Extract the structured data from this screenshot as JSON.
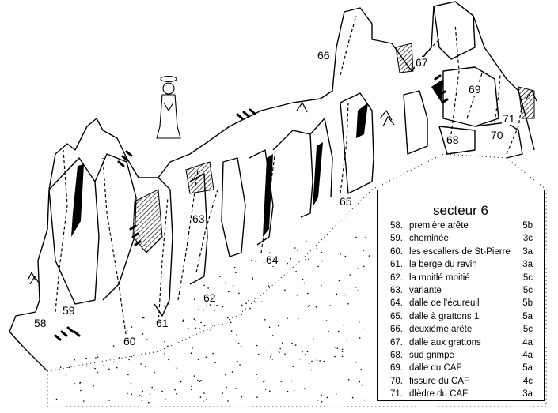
{
  "legend": {
    "title": "secteur 6",
    "routes": [
      {
        "num": "58.",
        "name": "première arête",
        "grade": "5b"
      },
      {
        "num": "59.",
        "name": "cheminée",
        "grade": "3c"
      },
      {
        "num": "60.",
        "name": "les escallers de St-Pierre",
        "grade": "3a"
      },
      {
        "num": "61.",
        "name": "la berge du ravin",
        "grade": "3a"
      },
      {
        "num": "62.",
        "name": "la moitlé moitié",
        "grade": "5c"
      },
      {
        "num": "63.",
        "name": "variante",
        "grade": "5c"
      },
      {
        "num": "64.",
        "name": "dalle de l'écureuil",
        "grade": "5b"
      },
      {
        "num": "65.",
        "name": "dalle à grattons 1",
        "grade": "5a"
      },
      {
        "num": "66.",
        "name": "deuxième arête",
        "grade": "5c"
      },
      {
        "num": "67.",
        "name": "dalle aux grattons",
        "grade": "4a"
      },
      {
        "num": "68.",
        "name": "sud grimpe",
        "grade": "4a"
      },
      {
        "num": "69.",
        "name": "dalle du CAF",
        "grade": "5a"
      },
      {
        "num": "70.",
        "name": "fissure du CAF",
        "grade": "4c"
      },
      {
        "num": "71.",
        "name": "dlèdre du CAF",
        "grade": "3a"
      }
    ]
  },
  "labels": {
    "l58": "58",
    "l59": "59",
    "l60": "60",
    "l61": "61",
    "l62": "62",
    "l63": "63",
    "l64": "64",
    "l65": "65",
    "l66": "66",
    "l67": "67",
    "l68": "68",
    "l69": "69",
    "l70": "70",
    "l71": "71"
  }
}
